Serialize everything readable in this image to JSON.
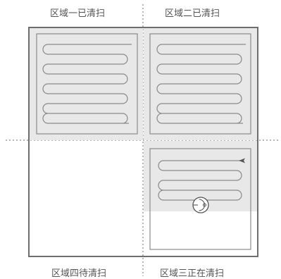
{
  "zones": [
    {
      "id": 1,
      "label": "区域一已清扫",
      "status": "cleaned"
    },
    {
      "id": 2,
      "label": "区域二已清扫",
      "status": "cleaned"
    },
    {
      "id": 3,
      "label": "区域三正在清扫",
      "status": "cleaning"
    },
    {
      "id": 4,
      "label": "区域四待清扫",
      "status": "pending"
    }
  ],
  "colors": {
    "room_border": "#6e6e6e",
    "cleaned_fill": "#e8e8e8",
    "path_stroke": "#8a8a8a",
    "divider": "#6e6e6e",
    "robot_stroke": "#555555"
  },
  "icons": {
    "robot": "robot-vacuum-icon",
    "direction": "direction-arrow-icon"
  }
}
